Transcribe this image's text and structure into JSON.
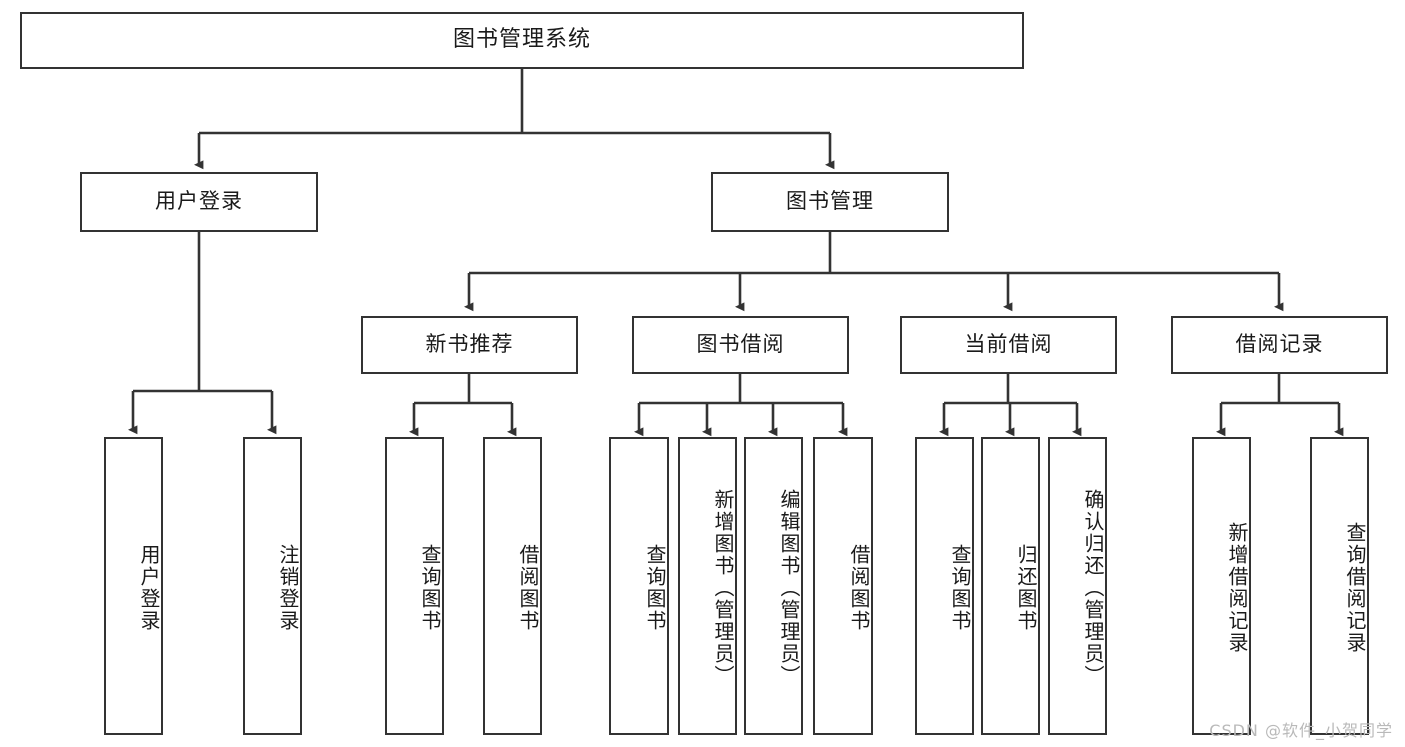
{
  "diagram": {
    "type": "tree",
    "title": "图书管理系统",
    "orientation": "top-down",
    "colors": {
      "box_border": "#333333",
      "box_fill": "#ffffff",
      "edge": "#333333",
      "text": "#1a1a1a",
      "watermark": "#b9b9b9",
      "background": "#ffffff"
    },
    "watermark": "CSDN @软件_小贺同学"
  },
  "nodes": {
    "root": {
      "label": "图书管理系统"
    },
    "level1": [
      {
        "id": "user-login",
        "label": "用户登录"
      },
      {
        "id": "book-manage",
        "label": "图书管理"
      }
    ],
    "level2": [
      {
        "id": "new-book-recommend",
        "label": "新书推荐"
      },
      {
        "id": "book-borrow",
        "label": "图书借阅"
      },
      {
        "id": "current-borrow",
        "label": "当前借阅"
      },
      {
        "id": "borrow-record",
        "label": "借阅记录"
      }
    ],
    "leaves": {
      "user_login": [
        {
          "id": "leaf-user-login",
          "label": "用户登录"
        },
        {
          "id": "leaf-user-logout",
          "label": "注销登录"
        }
      ],
      "new_book_recommend": [
        {
          "id": "leaf-query-book-1",
          "label": "查询图书"
        },
        {
          "id": "leaf-borrow-book-1",
          "label": "借阅图书"
        }
      ],
      "book_borrow": [
        {
          "id": "leaf-query-book-2",
          "label": "查询图书"
        },
        {
          "id": "leaf-add-book",
          "label": "新增图书（管理员）"
        },
        {
          "id": "leaf-edit-book",
          "label": "编辑图书（管理员）"
        },
        {
          "id": "leaf-borrow-book-2",
          "label": "借阅图书"
        }
      ],
      "current_borrow": [
        {
          "id": "leaf-query-book-3",
          "label": "查询图书"
        },
        {
          "id": "leaf-return-book",
          "label": "归还图书"
        },
        {
          "id": "leaf-confirm-return",
          "label": "确认归还（管理员）"
        }
      ],
      "borrow_record": [
        {
          "id": "leaf-add-record",
          "label": "新增借阅记录"
        },
        {
          "id": "leaf-query-record",
          "label": "查询借阅记录"
        }
      ]
    }
  }
}
